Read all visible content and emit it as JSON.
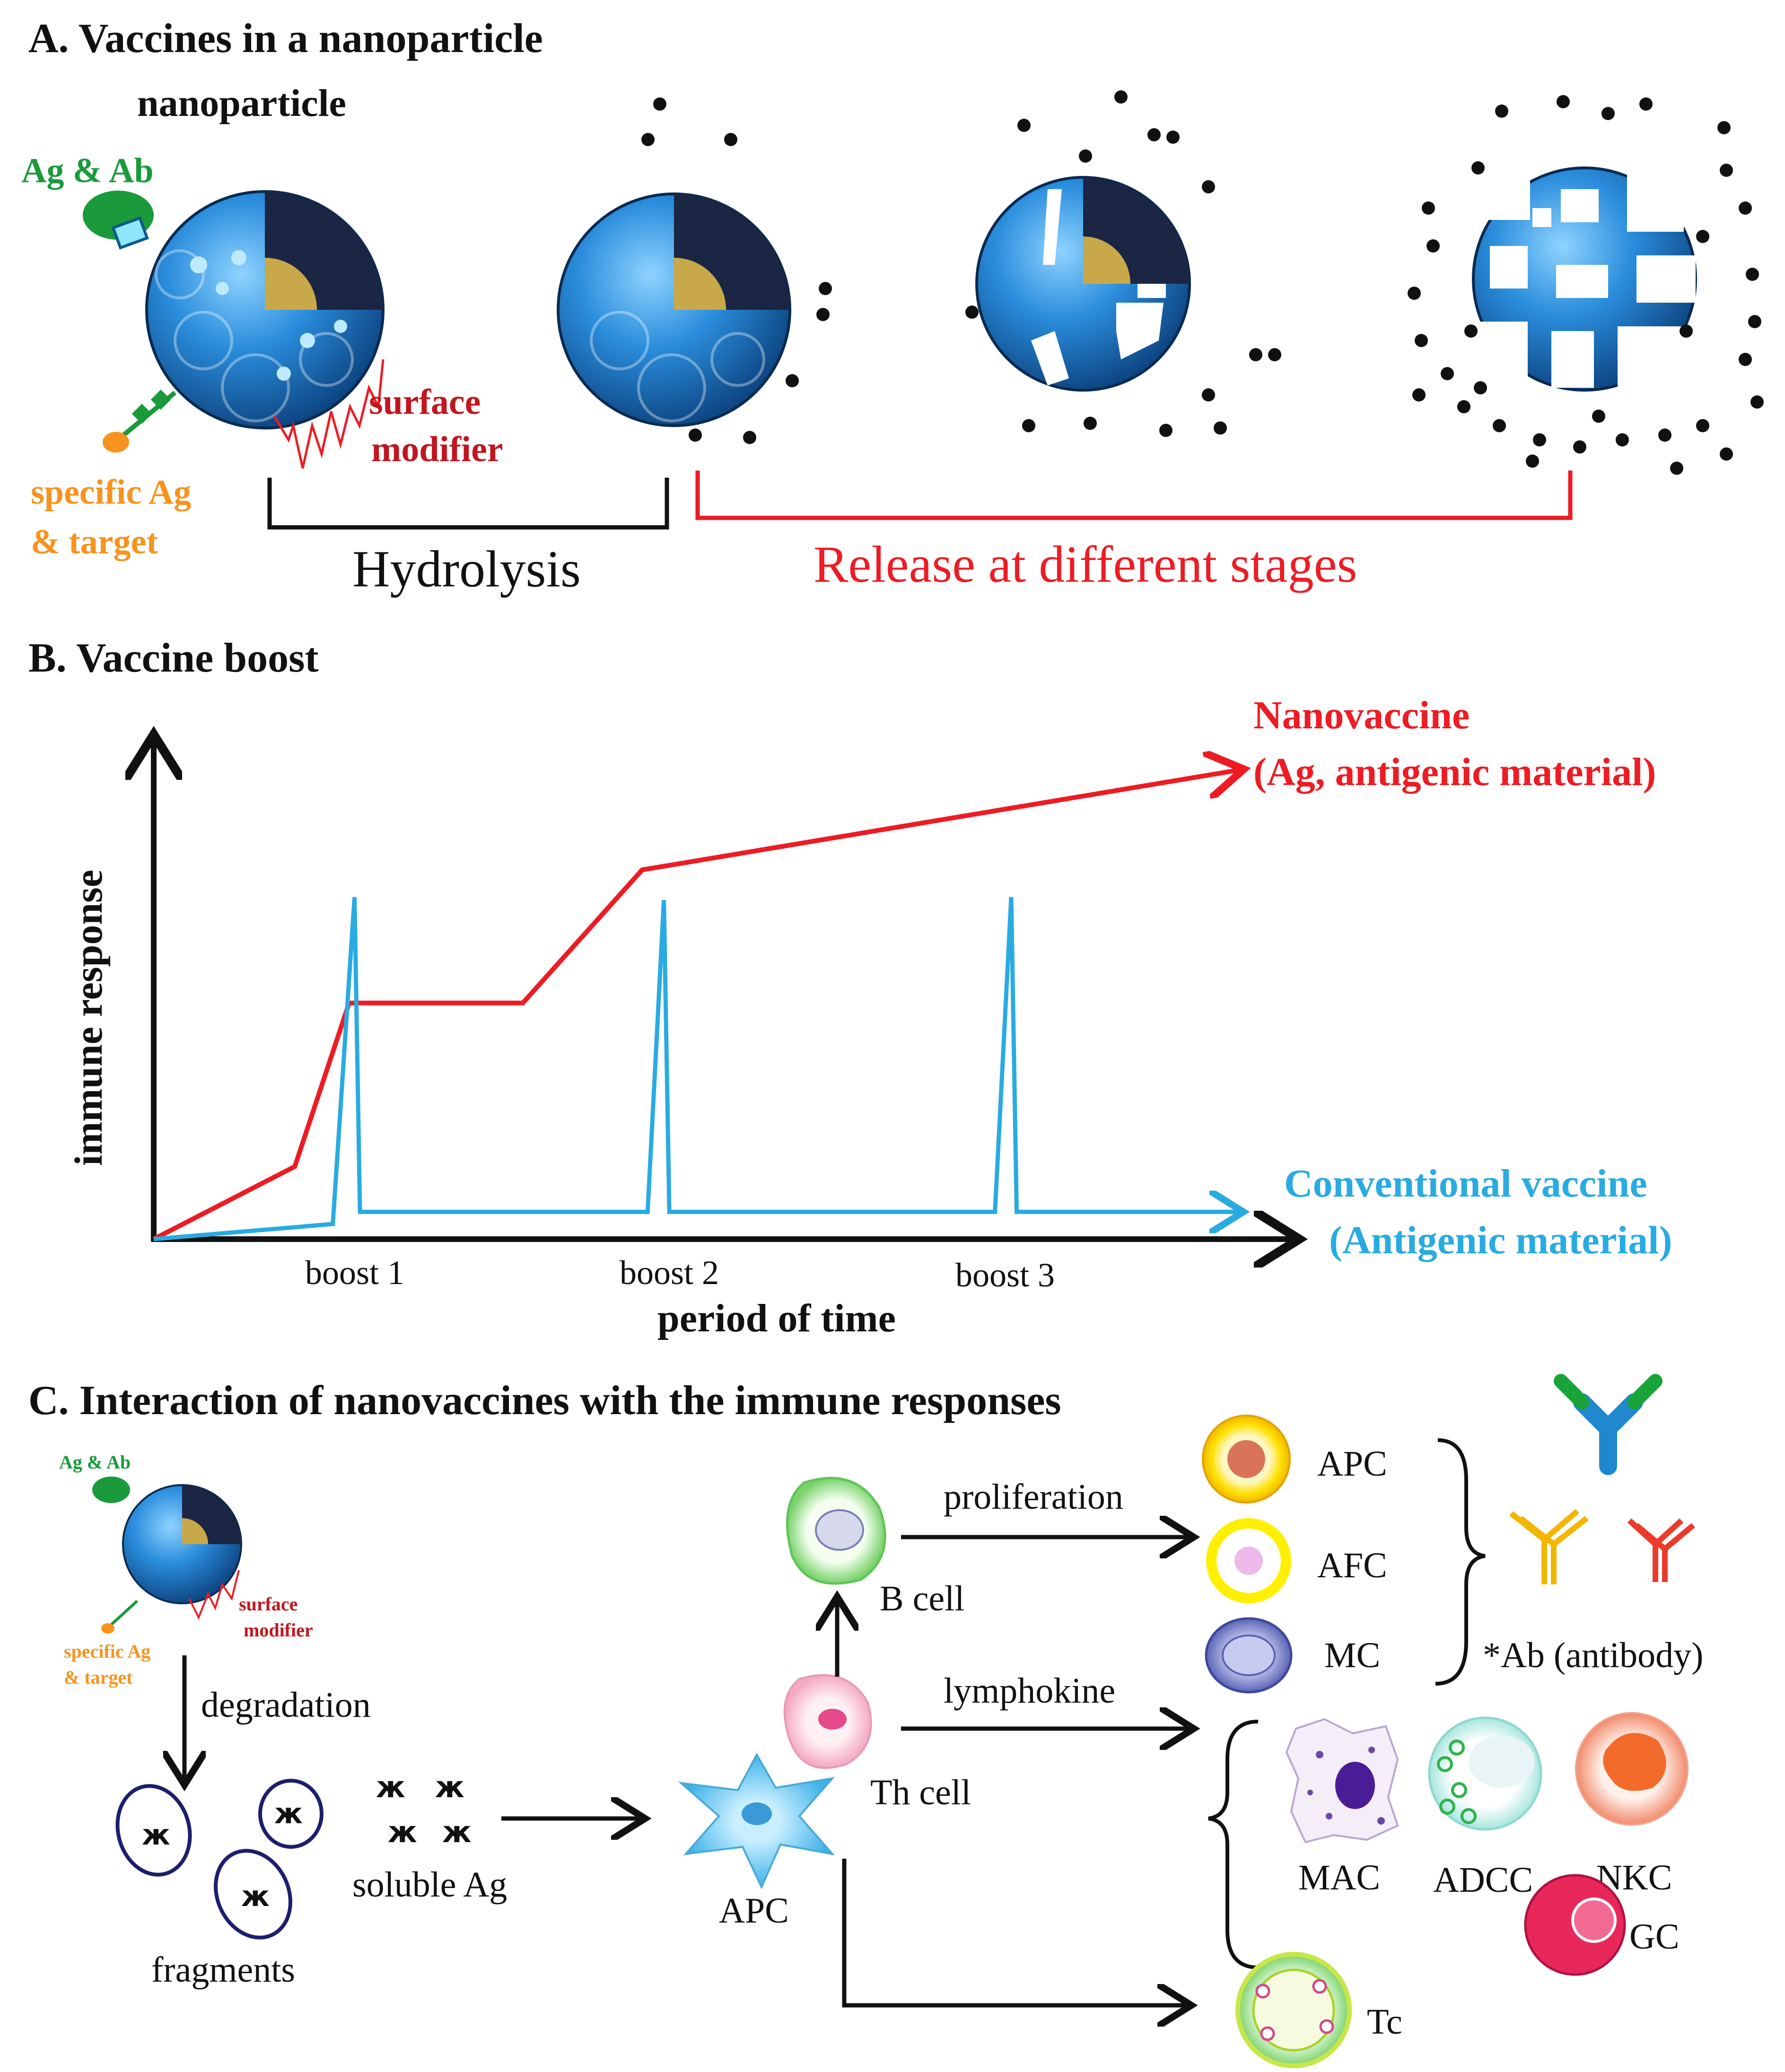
{
  "colors": {
    "red": "#ed1c24",
    "blue": "#29abe2",
    "green": "#1a9a3a",
    "orange": "#f7931e",
    "black": "#111111",
    "sphere_blue": "#1f78c8"
  },
  "panel_a": {
    "title": "A. Vaccines in a nanoparticle",
    "nanoparticle_label": "nanoparticle",
    "ag_ab_label": "Ag & Ab",
    "surface_modifier_line1": "surface",
    "surface_modifier_line2": "modifier",
    "specific_ag_line1": "specific Ag",
    "specific_ag_line2": "& target",
    "hydrolysis_label": "Hydrolysis",
    "release_label": "Release at different stages"
  },
  "panel_b": {
    "title": "B. Vaccine boost",
    "nanovaccine_line1": "Nanovaccine",
    "nanovaccine_line2": "(Ag, antigenic material)",
    "conventional_line1": "Conventional vaccine",
    "conventional_line2": "(Antigenic material)"
  },
  "chart_data": {
    "type": "line",
    "xlabel": "period of time",
    "ylabel": "immune response",
    "x_ticks": [
      "boost 1",
      "boost 2",
      "boost 3"
    ],
    "series": [
      {
        "name": "Nanovaccine (Ag, antigenic material)",
        "color": "#ed1c24",
        "points": [
          [
            0,
            0
          ],
          [
            0.13,
            0.24
          ],
          [
            0.18,
            0.78
          ],
          [
            0.34,
            0.78
          ],
          [
            0.45,
            1.22
          ],
          [
            1.0,
            1.55
          ]
        ]
      },
      {
        "name": "Conventional vaccine (Antigenic material)",
        "color": "#29abe2",
        "points": [
          [
            0,
            0
          ],
          [
            0.165,
            0.05
          ],
          [
            0.185,
            1.13
          ],
          [
            0.19,
            0.09
          ],
          [
            0.455,
            0.09
          ],
          [
            0.47,
            1.12
          ],
          [
            0.475,
            0.09
          ],
          [
            0.775,
            0.09
          ],
          [
            0.79,
            1.13
          ],
          [
            0.795,
            0.09
          ],
          [
            1.0,
            0.09
          ]
        ]
      }
    ]
  },
  "panel_c": {
    "title": "C. Interaction of nanovaccines with the immune responses",
    "ag_ab_label": "Ag & Ab",
    "surface_modifier_line1": "surface",
    "surface_modifier_line2": "modifier",
    "specific_ag_line1": "specific Ag",
    "specific_ag_line2": "& target",
    "degradation_label": "degradation",
    "fragments_label": "fragments",
    "soluble_ag_label": "soluble Ag",
    "apc_label": "APC",
    "th_cell_label": "Th cell",
    "b_cell_label": "B cell",
    "proliferation_label": "proliferation",
    "lymphokine_label": "lymphokine",
    "apc_out_label": "APC",
    "afc_label": "AFC",
    "mc_label": "MC",
    "antibody_label": "*Ab (antibody)",
    "mac_label": "MAC",
    "adcc_label": "ADCC",
    "nkc_label": "NKC",
    "gc_label": "GC",
    "tc_label": "Tc"
  }
}
